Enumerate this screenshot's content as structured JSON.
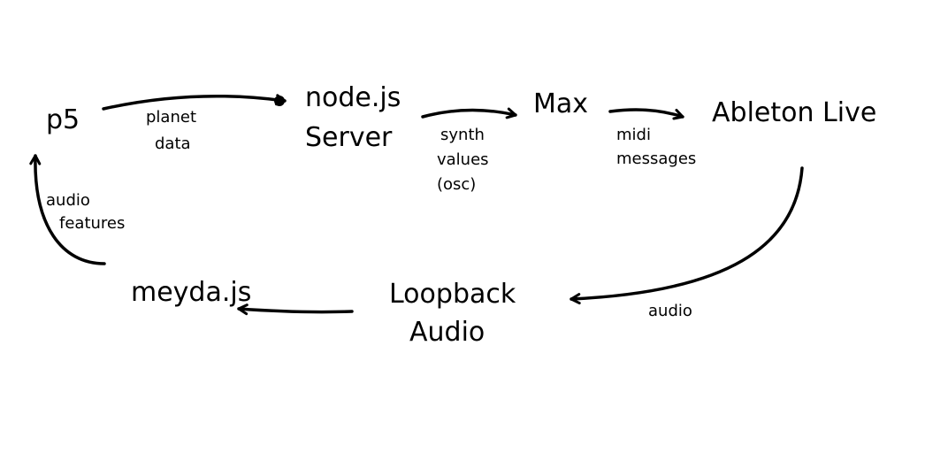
{
  "nodes": {
    "p5": "p5",
    "node_line1": "node.js",
    "node_line2": "Server",
    "max": "Max",
    "ableton": "Ableton Live",
    "loopback_line1": "Loopback",
    "loopback_line2": "Audio",
    "meyda": "meyda.js"
  },
  "edges": {
    "p5_to_node": [
      "planet",
      "data"
    ],
    "node_to_max": [
      "synth",
      "values",
      "(osc)"
    ],
    "max_to_ableton": [
      "midi",
      "messages"
    ],
    "ableton_to_loopback": [
      "audio"
    ],
    "meyda_to_p5": [
      "audio",
      "features"
    ]
  }
}
